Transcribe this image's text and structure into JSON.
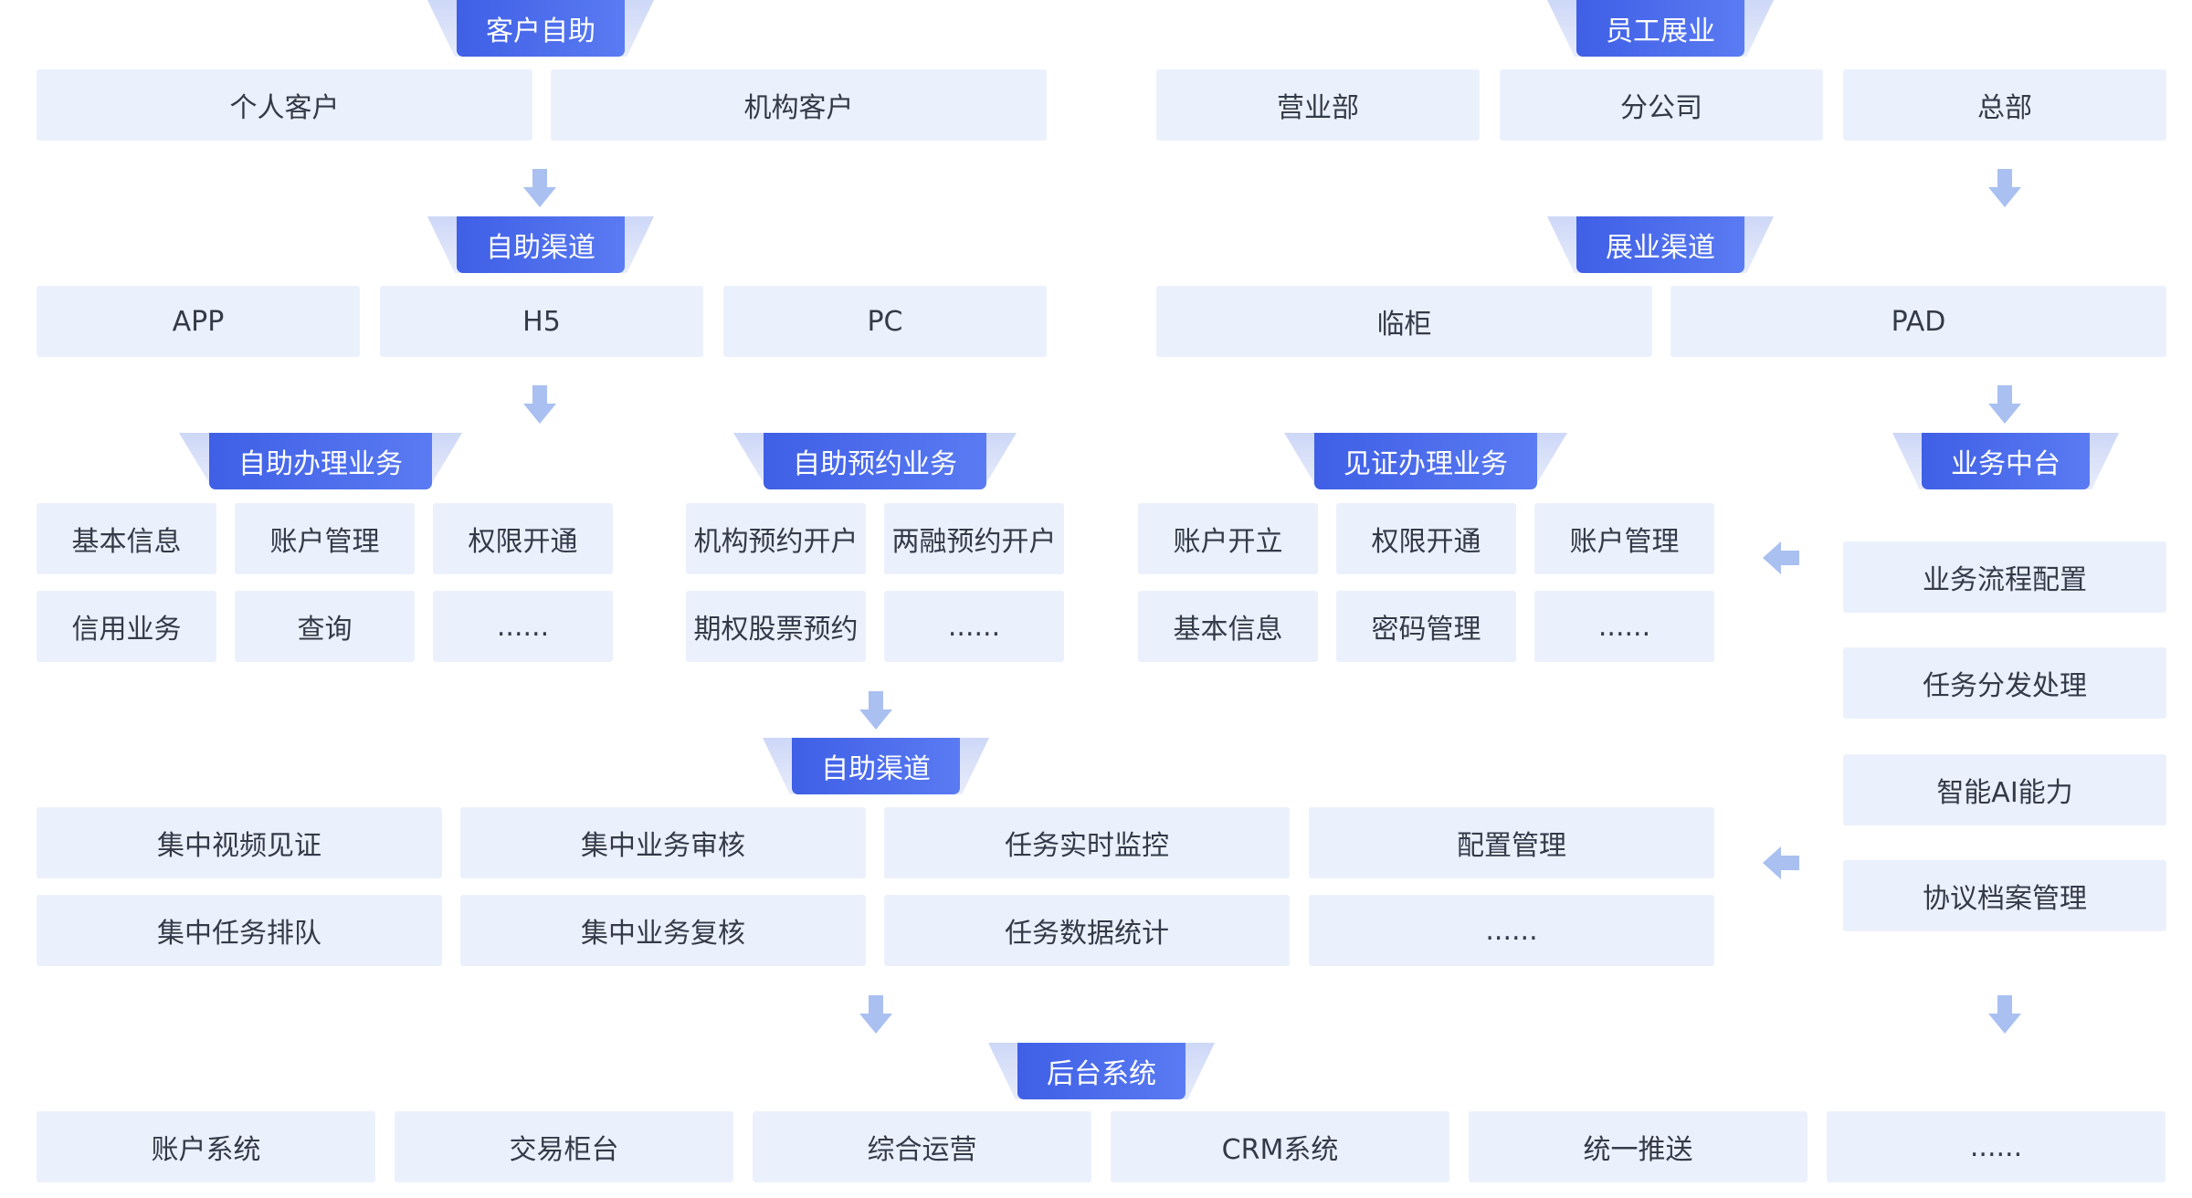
{
  "colors": {
    "box_bg": "#ebf1fc",
    "text": "#333a48",
    "accent": "#4c6cef",
    "arrow": "#a9c0f1"
  },
  "headers": {
    "customer_self_service": "客户自助",
    "staff_business": "员工展业",
    "self_service_channel": "自助渠道",
    "business_channel": "展业渠道",
    "self_service_handling": "自助办理业务",
    "self_service_booking": "自助预约业务",
    "witness_handling": "见证办理业务",
    "business_middle_platform": "业务中台",
    "self_service_channel_2": "自助渠道",
    "backend_systems": "后台系统"
  },
  "customers": [
    "个人客户",
    "机构客户"
  ],
  "staff_units": [
    "营业部",
    "分公司",
    "总部"
  ],
  "self_channels": [
    "APP",
    "H5",
    "PC"
  ],
  "business_channels": [
    "临柜",
    "PAD"
  ],
  "self_handling_items": [
    "基本信息",
    "账户管理",
    "权限开通",
    "信用业务",
    "查询",
    "......"
  ],
  "self_booking_items": [
    "机构预约开户",
    "两融预约开户",
    "期权股票预约",
    "......"
  ],
  "witness_items": [
    "账户开立",
    "权限开通",
    "账户管理",
    "基本信息",
    "密码管理",
    "......"
  ],
  "middle_platform_items": [
    "业务流程配置",
    "任务分发处理",
    "智能AI能力",
    "协议档案管理"
  ],
  "central_items": [
    "集中视频见证",
    "集中业务审核",
    "任务实时监控",
    "配置管理",
    "集中任务排队",
    "集中业务复核",
    "任务数据统计",
    "......"
  ],
  "backend_items": [
    "账户系统",
    "交易柜台",
    "综合运营",
    "CRM系统",
    "统一推送",
    "......"
  ]
}
